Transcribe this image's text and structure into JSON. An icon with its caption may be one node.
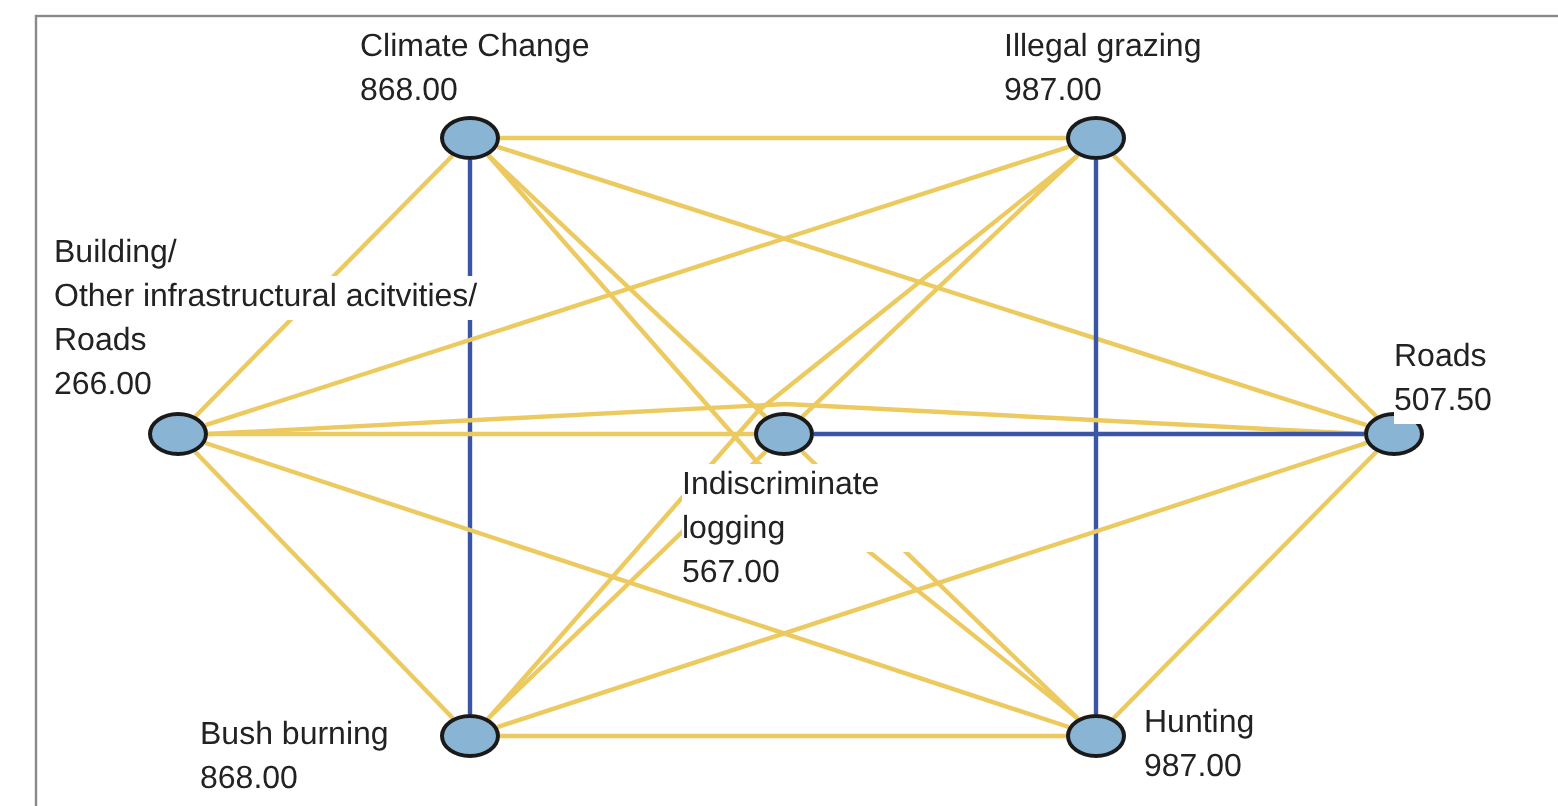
{
  "diagram": {
    "nodes": [
      {
        "text": [],
        "shape": "circle",
        "beside": [
          "Climate Change",
          "868.00"
        ]
      },
      {
        "text": [],
        "shape": "circle",
        "beside": [
          "Illegal grazing",
          "987.00"
        ]
      },
      {
        "text": [],
        "shape": "circle",
        "beside": [
          "Building/",
          "Other infrastructural acitvities/",
          "Roads",
          "266.00"
        ]
      },
      {
        "text": [],
        "shape": "circle",
        "beside": [
          "Indiscriminate logging",
          "567.00"
        ]
      },
      {
        "text": [],
        "shape": "circle",
        "beside": [
          "Roads",
          "507.50"
        ]
      },
      {
        "text": [],
        "shape": "circle",
        "beside": [
          "Bush burning",
          "868.00"
        ]
      },
      {
        "text": [],
        "shape": "circle",
        "beside": [
          "Hunting",
          "987.00"
        ]
      }
    ],
    "edges": [
      {
        "from": 0,
        "to": 1,
        "arrow": "none"
      },
      {
        "from": 0,
        "to": 2,
        "arrow": "none"
      },
      {
        "from": 0,
        "to": 3,
        "arrow": "none"
      },
      {
        "from": 0,
        "to": 4,
        "arrow": "none"
      },
      {
        "from": 0,
        "to": 5,
        "arrow": "none",
        "color": "#3a55a6"
      },
      {
        "from": 0,
        "to": 6,
        "arrow": "none"
      },
      {
        "from": 1,
        "to": 2,
        "arrow": "none"
      },
      {
        "from": 1,
        "to": 3,
        "arrow": "none"
      },
      {
        "from": 1,
        "to": 4,
        "arrow": "none"
      },
      {
        "from": 1,
        "to": 5,
        "arrow": "none"
      },
      {
        "from": 1,
        "to": 6,
        "arrow": "none",
        "color": "#3a55a6"
      },
      {
        "from": 2,
        "to": 3,
        "arrow": "none"
      },
      {
        "from": 2,
        "to": 4,
        "arrow": "none"
      },
      {
        "from": 2,
        "to": 5,
        "arrow": "none"
      },
      {
        "from": 2,
        "to": 6,
        "arrow": "none"
      },
      {
        "from": 3,
        "to": 4,
        "arrow": "none",
        "color": "#3a55a6"
      },
      {
        "from": 3,
        "to": 5,
        "arrow": "none"
      },
      {
        "from": 3,
        "to": 6,
        "arrow": "none"
      },
      {
        "from": 4,
        "to": 5,
        "arrow": "none"
      },
      {
        "from": 4,
        "to": 6,
        "arrow": "none"
      },
      {
        "from": 5,
        "to": 6,
        "arrow": "none"
      }
    ]
  }
}
